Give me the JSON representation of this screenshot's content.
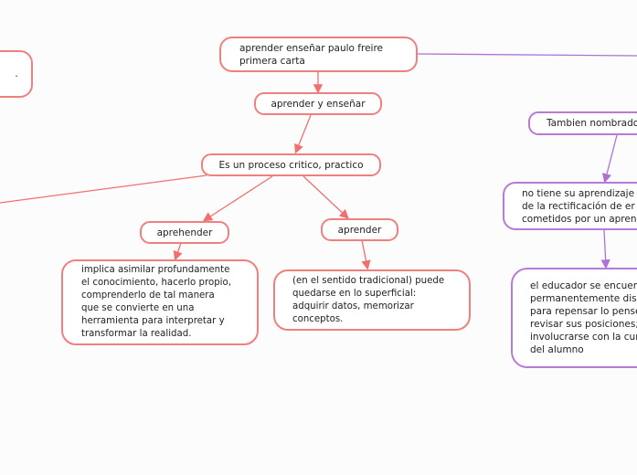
{
  "colors": {
    "red": "#f07070",
    "purple": "#b070d8"
  },
  "nodes": {
    "root": "aprender enseñar paulo freire\nprimera carta",
    "aprender_ensenar": "aprender y enseñar",
    "proceso": "Es un proceso critico, practico",
    "aprehender": "aprehender",
    "aprender": "aprender",
    "aprehender_desc": "implica asimilar profundamente\nel conocimiento, hacerlo propio,\ncomprenderlo de tal manera\nque se convierte en una\nherramienta para interpretar y\ntransformar la realidad.",
    "aprender_desc": "(en el sentido tradicional) puede\nquedarse en lo superficial:\nadquirir datos, memorizar\nconceptos.",
    "tambien": "Tambien nombrado",
    "no_tiene": "no tiene su aprendizaje\nde la rectificación  de er\ncometidos por un apren",
    "educador": "el educador se encuen\npermanentemente dis\npara repensar lo pense\nrevisar sus posiciones;\ninvolucrarse con la cur\ndel alumno",
    "left_partial": "."
  }
}
